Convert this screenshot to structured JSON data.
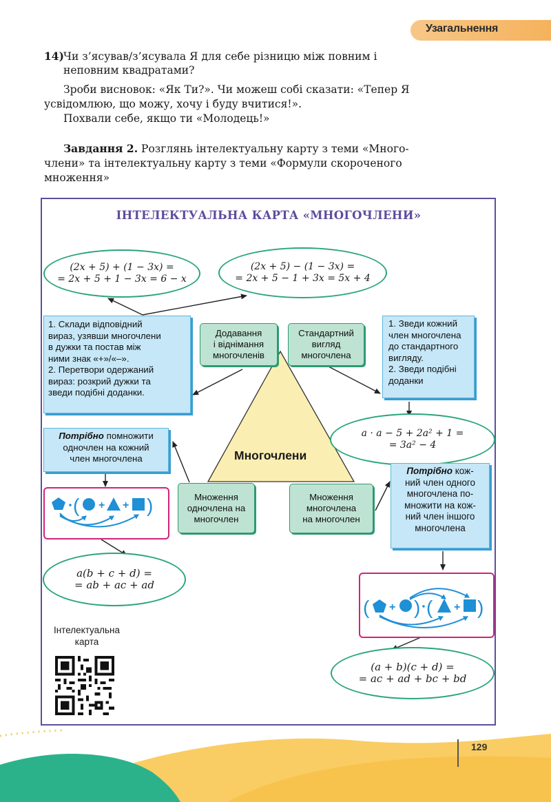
{
  "header": {
    "section": "Узагальнення"
  },
  "question14": {
    "number": "14)",
    "line1": "Чи з’ясував/з’ясувала Я для себе різницю між повним і",
    "line2": "неповним квадратами?",
    "p2_line1": "Зроби висновок: «Як Ти?». Чи можеш собі сказати: «Тепер Я",
    "p2_line2": "усвідомлюю, що можу, хочу і буду вчитися!».",
    "p3": "Похвали себе, якщо ти «Молодець!»"
  },
  "task2": {
    "label": "Завдання 2.",
    "line1": "Розглянь інтелектуальну карту з теми «Много-",
    "line2": "члени» та інтелектуальну карту з теми «Формули скороченого",
    "line3": "множення»"
  },
  "map": {
    "title": "ІНТЕЛЕКТУАЛЬНА КАРТА «МНОГОЧЛЕНИ»",
    "center": "Многочлени",
    "oval_sum": [
      "(2x + 5) + (1 − 3x) =",
      "= 2x + 5 + 1 − 3x = 6 − x"
    ],
    "oval_diff": [
      "(2x + 5) − (1 − 3x) =",
      "= 2x + 5 − 1 + 3x = 5x + 4"
    ],
    "oval_std": [
      "a · a − 5 + 2a² + 1 =",
      "= 3a² − 4"
    ],
    "oval_mono": [
      "a(b + c + d) =",
      "= ab + ac + ad"
    ],
    "oval_poly": [
      "(a + b)(c + d) =",
      "= ac + ad + bc + bd"
    ],
    "box_addsub_steps": [
      "1. Склади відповідний",
      "вираз, узявши многочлени",
      "в дужки та постав між",
      "ними знак «+»/«–».",
      "2. Перетвори одержаний",
      "вираз: розкрий дужки та",
      "зведи подібні доданки."
    ],
    "box_std_steps": [
      "1. Зведи кожний",
      "член многочлена",
      "до стандартного",
      "вигляду.",
      "2. Зведи подібні",
      "доданки"
    ],
    "box_mono_rule": {
      "emph": "Потрібно",
      "rest1": " помножити",
      "line2": "одночлен на кожний",
      "line3": "член многочлена"
    },
    "box_poly_rule": {
      "emph": "Потрібно",
      "rest1": " кож-",
      "lines": [
        "ний член одного",
        "многочлена по-",
        "множити на кож-",
        "ний член іншого",
        "многочлена"
      ]
    },
    "green_addsub": [
      "Додавання",
      "і віднімання",
      "многочленів"
    ],
    "green_std": [
      "Стандартний",
      "вигляд",
      "многочлена"
    ],
    "green_mono": [
      "Множення",
      "одночлена на",
      "многочлен"
    ],
    "green_poly": [
      "Множення",
      "многочлена",
      "на многочлен"
    ],
    "qr_caption": [
      "Інтелектуальна",
      "карта"
    ]
  },
  "page_number": "129",
  "colors": {
    "frame": "#5c4f9b",
    "title": "#5e4b9e",
    "oval": "#2aa57a",
    "blue_box": "#c6e7f7",
    "green_box": "#bfe3d3",
    "pink": "#d0237b",
    "triangle": "#fbeeb2",
    "shape": "#1f8fd6"
  }
}
